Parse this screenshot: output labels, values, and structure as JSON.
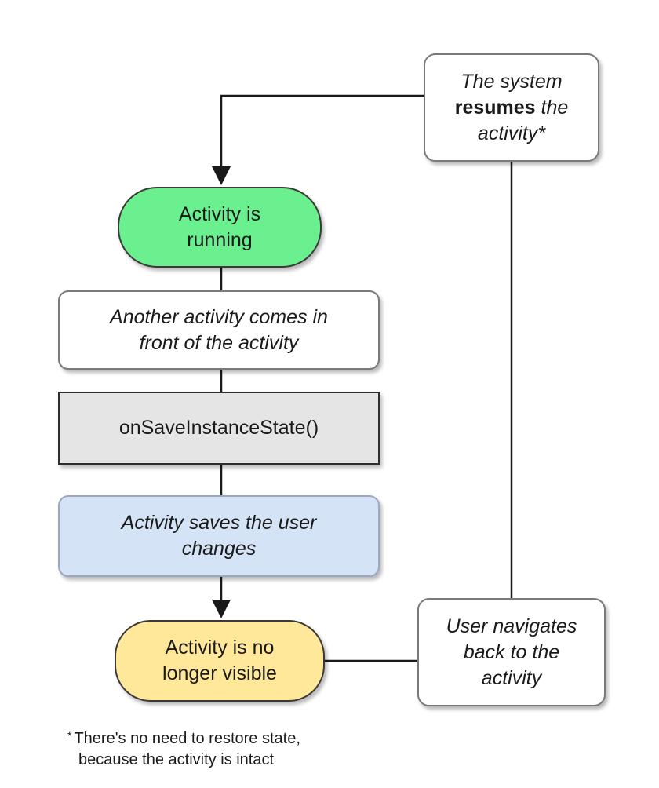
{
  "nodes": {
    "running": {
      "lines": [
        "Activity is",
        "running"
      ]
    },
    "another": {
      "lines": [
        "Another activity comes in",
        "front of the activity"
      ]
    },
    "onsave": {
      "lines": [
        "onSaveInstanceState()"
      ]
    },
    "saves": {
      "lines": [
        "Activity saves the user",
        "changes"
      ]
    },
    "no_longer_visible": {
      "lines": [
        "Activity is no",
        "longer visible"
      ]
    },
    "resumes": {
      "line1": "The system",
      "line2_bold": "resumes",
      "line2_rest": " the",
      "line3": "activity*"
    },
    "navigates": {
      "lines": [
        "User navigates",
        "back to the",
        "activity"
      ]
    }
  },
  "footnote": {
    "marker": "*",
    "line1": "There's no need to restore state,",
    "line2": "because the activity is intact"
  },
  "colors": {
    "running_fill": "#6bf08f",
    "onsave_fill": "#e5e5e5",
    "saves_fill": "#d5e3f6",
    "no_longer_visible_fill": "#ffe89a",
    "connector": "#1a1a1a"
  }
}
